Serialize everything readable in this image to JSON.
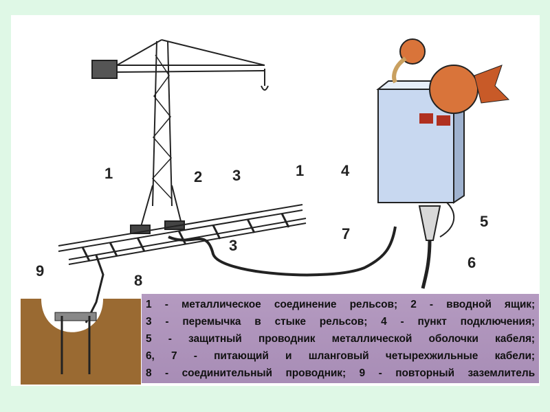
{
  "labels": [
    "1",
    "2",
    "3",
    "1",
    "3",
    "4",
    "5",
    "6",
    "7",
    "8",
    "9"
  ],
  "legend": [
    "1 - металлическое соединение рельсов; 2 - вводной ящик;",
    "3 - перемычка в стыке рельсов; 4 - пункт подключения;",
    "5 - защитный проводник металлической оболочки кабеля;",
    "6, 7 - питающий и шланговый четырехжильные кабели;",
    "8 - соединительный проводник; 9 - повторный заземлитель"
  ],
  "colors": {
    "background": "#dff8e6",
    "legend": "#b49ac0",
    "cabinet": "#c8d8f0",
    "soil": "#9a6a32",
    "bird": "#d9743a"
  }
}
